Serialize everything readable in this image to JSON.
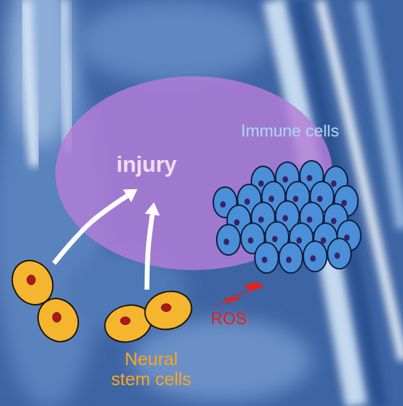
{
  "diagram": {
    "nodes": [
      {
        "text": [
          "injury"
        ]
      },
      {
        "text": [
          "Immune cells"
        ]
      },
      {
        "text": [
          "Neural stem cells"
        ]
      }
    ],
    "edges": [
      {
        "from": 2,
        "to": 0,
        "arrow": "to"
      },
      {
        "from": 2,
        "to": 0,
        "arrow": "to"
      }
    ],
    "labels": [
      "ROS"
    ]
  }
}
